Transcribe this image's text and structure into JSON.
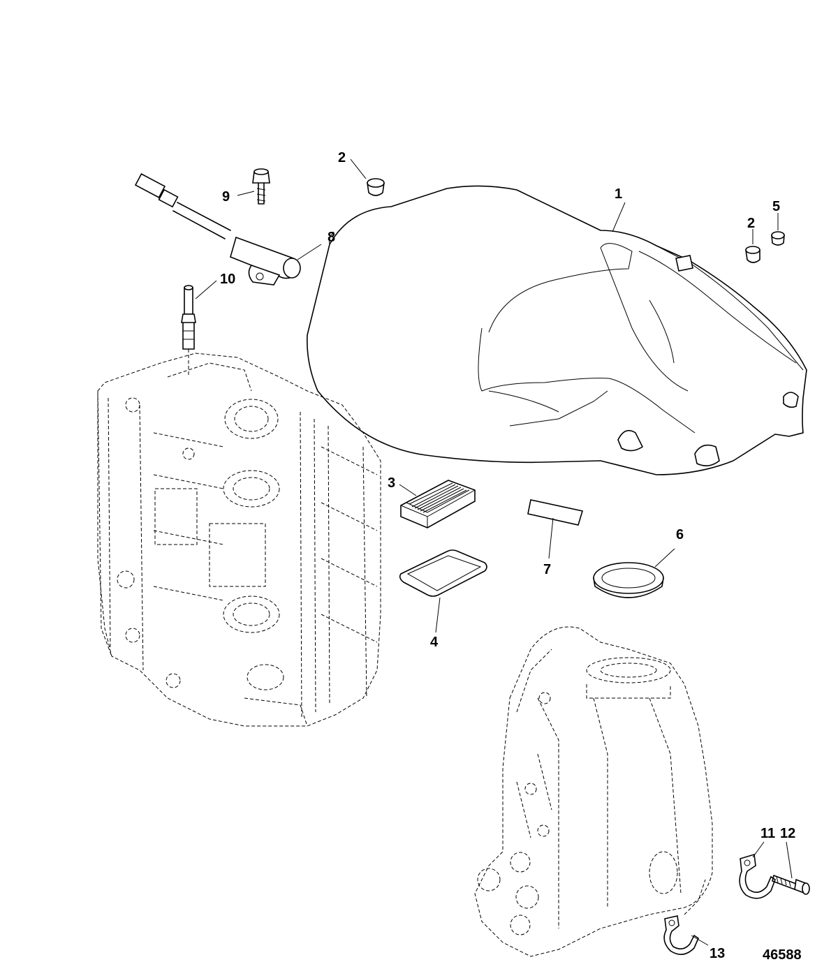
{
  "figure_number": "46588",
  "callouts": {
    "c1": "1",
    "c2a": "2",
    "c2b": "2",
    "c3": "3",
    "c4": "4",
    "c5": "5",
    "c6": "6",
    "c7": "7",
    "c8": "8",
    "c9": "9",
    "c10": "10",
    "c11": "11",
    "c12": "12",
    "c13": "13"
  }
}
